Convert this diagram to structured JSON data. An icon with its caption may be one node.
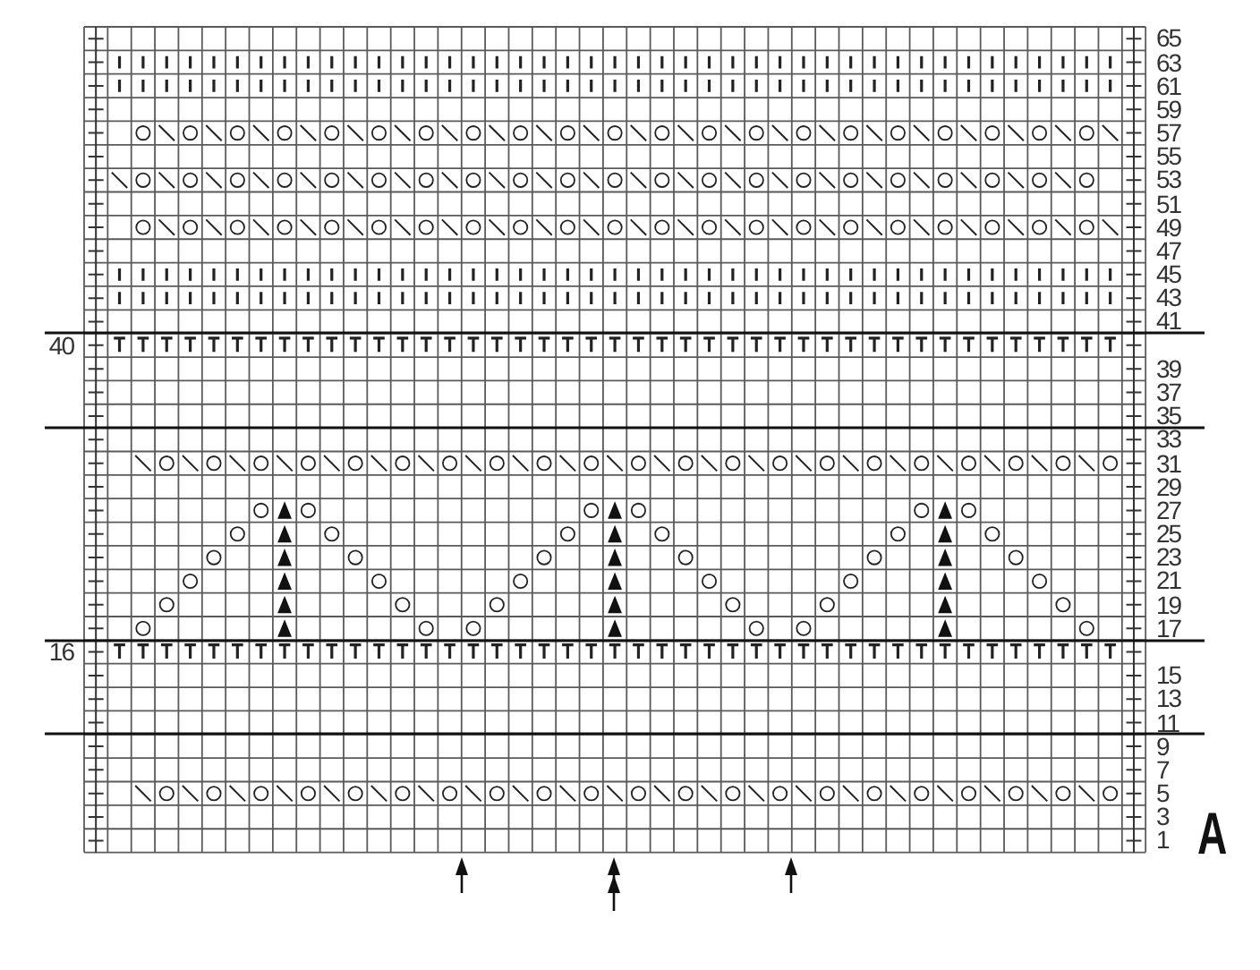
{
  "diagram": {
    "labels": [
      "65",
      "63",
      "61",
      "59",
      "57",
      "55",
      "53",
      "51",
      "49",
      "47",
      "45",
      "43",
      "41",
      "40",
      "39",
      "37",
      "35",
      "33",
      "31",
      "29",
      "27",
      "25",
      "23",
      "21",
      "19",
      "17",
      "16",
      "15",
      "13",
      "11",
      "9",
      "7",
      "5",
      "3",
      "1",
      "A"
    ]
  }
}
